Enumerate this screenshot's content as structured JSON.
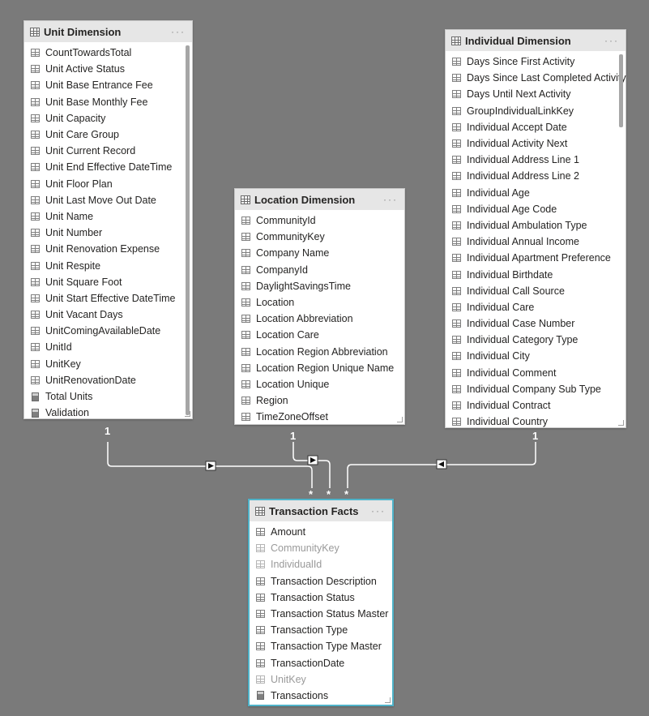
{
  "tables": {
    "unit": {
      "title": "Unit Dimension",
      "menu_icon": "more-dots-icon",
      "fields": [
        {
          "label": "CountTowardsTotal",
          "icon": "column-icon"
        },
        {
          "label": "Unit Active Status",
          "icon": "column-icon"
        },
        {
          "label": "Unit Base Entrance Fee",
          "icon": "column-icon"
        },
        {
          "label": "Unit Base Monthly Fee",
          "icon": "column-icon"
        },
        {
          "label": "Unit Capacity",
          "icon": "column-icon"
        },
        {
          "label": "Unit Care Group",
          "icon": "column-icon"
        },
        {
          "label": "Unit Current Record",
          "icon": "column-icon"
        },
        {
          "label": "Unit End Effective DateTime",
          "icon": "column-icon"
        },
        {
          "label": "Unit Floor Plan",
          "icon": "column-icon"
        },
        {
          "label": "Unit Last Move Out Date",
          "icon": "column-icon"
        },
        {
          "label": "Unit Name",
          "icon": "column-icon"
        },
        {
          "label": "Unit Number",
          "icon": "column-icon"
        },
        {
          "label": "Unit Renovation Expense",
          "icon": "column-icon"
        },
        {
          "label": "Unit Respite",
          "icon": "column-icon"
        },
        {
          "label": "Unit Square Foot",
          "icon": "column-icon"
        },
        {
          "label": "Unit Start Effective DateTime",
          "icon": "column-icon"
        },
        {
          "label": "Unit Vacant Days",
          "icon": "column-icon"
        },
        {
          "label": "UnitComingAvailableDate",
          "icon": "column-icon"
        },
        {
          "label": "UnitId",
          "icon": "column-icon"
        },
        {
          "label": "UnitKey",
          "icon": "column-icon"
        },
        {
          "label": "UnitRenovationDate",
          "icon": "column-icon"
        },
        {
          "label": "Total Units",
          "icon": "measure-icon"
        },
        {
          "label": "Validation",
          "icon": "measure-icon"
        }
      ]
    },
    "location": {
      "title": "Location Dimension",
      "menu_icon": "more-dots-icon",
      "fields": [
        {
          "label": "CommunityId",
          "icon": "column-icon"
        },
        {
          "label": "CommunityKey",
          "icon": "column-icon"
        },
        {
          "label": "Company Name",
          "icon": "column-icon"
        },
        {
          "label": "CompanyId",
          "icon": "column-icon"
        },
        {
          "label": "DaylightSavingsTime",
          "icon": "column-icon"
        },
        {
          "label": "Location",
          "icon": "column-icon"
        },
        {
          "label": "Location Abbreviation",
          "icon": "column-icon"
        },
        {
          "label": "Location Care",
          "icon": "column-icon"
        },
        {
          "label": "Location Region Abbreviation",
          "icon": "column-icon"
        },
        {
          "label": "Location Region Unique Name",
          "icon": "column-icon"
        },
        {
          "label": "Location Unique",
          "icon": "column-icon"
        },
        {
          "label": "Region",
          "icon": "column-icon"
        },
        {
          "label": "TimeZoneOffset",
          "icon": "column-icon"
        }
      ]
    },
    "individual": {
      "title": "Individual Dimension",
      "menu_icon": "more-dots-icon",
      "fields": [
        {
          "label": "Days Since First Activity",
          "icon": "column-icon"
        },
        {
          "label": "Days Since Last Completed Activity",
          "icon": "column-icon"
        },
        {
          "label": "Days Until Next Activity",
          "icon": "column-icon"
        },
        {
          "label": "GroupIndividualLinkKey",
          "icon": "column-icon"
        },
        {
          "label": "Individual Accept Date",
          "icon": "column-icon"
        },
        {
          "label": "Individual Activity Next",
          "icon": "column-icon"
        },
        {
          "label": "Individual Address Line 1",
          "icon": "column-icon"
        },
        {
          "label": "Individual Address Line 2",
          "icon": "column-icon"
        },
        {
          "label": "Individual Age",
          "icon": "column-icon"
        },
        {
          "label": "Individual Age Code",
          "icon": "column-icon"
        },
        {
          "label": "Individual Ambulation Type",
          "icon": "column-icon"
        },
        {
          "label": "Individual Annual Income",
          "icon": "column-icon"
        },
        {
          "label": "Individual Apartment Preference",
          "icon": "column-icon"
        },
        {
          "label": "Individual Birthdate",
          "icon": "column-icon"
        },
        {
          "label": "Individual Call Source",
          "icon": "column-icon"
        },
        {
          "label": "Individual Care",
          "icon": "column-icon"
        },
        {
          "label": "Individual Case Number",
          "icon": "column-icon"
        },
        {
          "label": "Individual Category Type",
          "icon": "column-icon"
        },
        {
          "label": "Individual City",
          "icon": "column-icon"
        },
        {
          "label": "Individual Comment",
          "icon": "column-icon"
        },
        {
          "label": "Individual Company Sub Type",
          "icon": "column-icon"
        },
        {
          "label": "Individual Contract",
          "icon": "column-icon"
        },
        {
          "label": "Individual Country",
          "icon": "column-icon"
        }
      ]
    },
    "transaction": {
      "title": "Transaction Facts",
      "menu_icon": "more-dots-icon",
      "selected": true,
      "fields": [
        {
          "label": "Amount",
          "icon": "column-icon"
        },
        {
          "label": "CommunityKey",
          "icon": "column-icon",
          "hidden": true
        },
        {
          "label": "IndividualId",
          "icon": "column-icon",
          "hidden": true
        },
        {
          "label": "Transaction Description",
          "icon": "column-icon"
        },
        {
          "label": "Transaction Status",
          "icon": "column-icon"
        },
        {
          "label": "Transaction Status Master",
          "icon": "column-icon"
        },
        {
          "label": "Transaction Type",
          "icon": "column-icon"
        },
        {
          "label": "Transaction Type Master",
          "icon": "column-icon"
        },
        {
          "label": "TransactionDate",
          "icon": "column-icon"
        },
        {
          "label": "UnitKey",
          "icon": "column-icon",
          "hidden": true
        },
        {
          "label": "Transactions",
          "icon": "measure-icon"
        }
      ]
    }
  },
  "relationships": [
    {
      "from": "Unit Dimension",
      "to": "Transaction Facts",
      "one_label": "1",
      "many_label": "*",
      "filter_direction": "right-arrow-icon"
    },
    {
      "from": "Location Dimension",
      "to": "Transaction Facts",
      "one_label": "1",
      "many_label": "*",
      "filter_direction": "right-arrow-icon"
    },
    {
      "from": "Individual Dimension",
      "to": "Transaction Facts",
      "one_label": "1",
      "many_label": "*",
      "filter_direction": "left-arrow-icon"
    }
  ],
  "colors": {
    "canvas": "#7a7a7a",
    "card_header": "#e6e6e6",
    "selected_border": "#4fb3c9",
    "relationship_line": "#ffffff"
  }
}
